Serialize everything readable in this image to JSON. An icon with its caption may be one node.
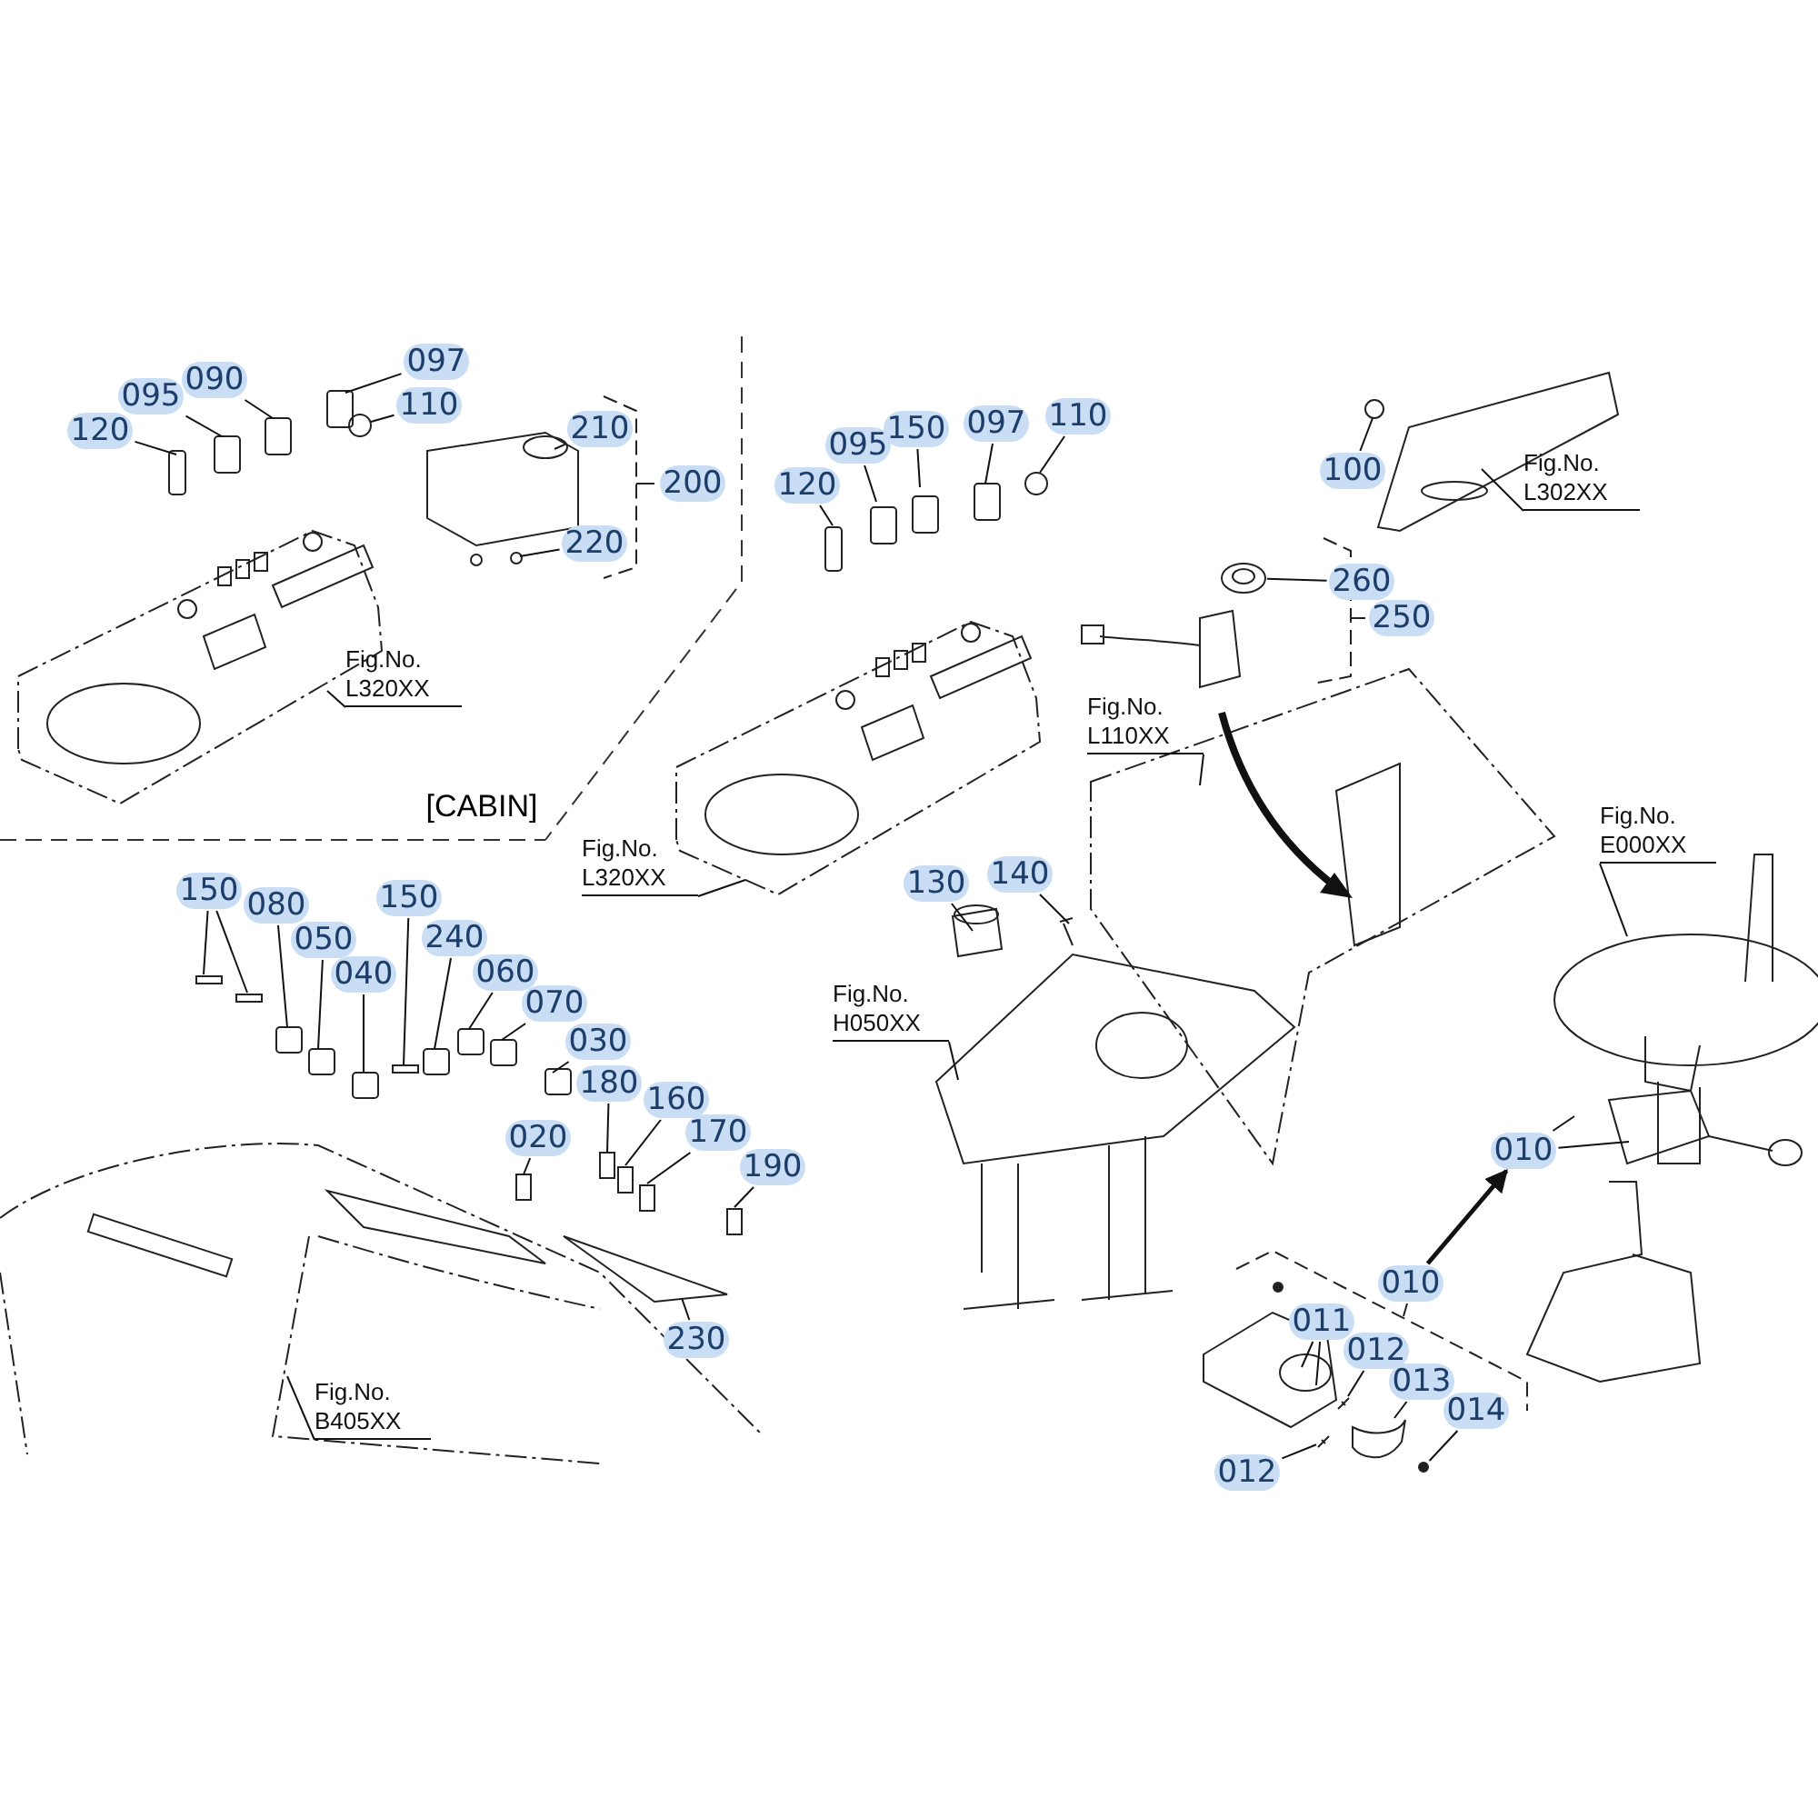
{
  "diagram": {
    "nodes": [
      {
        "text": [
          "120"
        ]
      },
      {
        "text": [
          "095"
        ]
      },
      {
        "text": [
          "090"
        ]
      },
      {
        "text": [
          "097"
        ]
      },
      {
        "text": [
          "110"
        ]
      },
      {
        "text": [
          "210"
        ]
      },
      {
        "text": [
          "220"
        ]
      },
      {
        "text": [
          "Fig.No. L320XX"
        ]
      },
      {
        "text": [
          "200"
        ]
      },
      {
        "text": [
          "120"
        ]
      },
      {
        "text": [
          "095"
        ]
      },
      {
        "text": [
          "150"
        ]
      },
      {
        "text": [
          "097"
        ]
      },
      {
        "text": [
          "110"
        ]
      },
      {
        "text": [
          "260"
        ]
      },
      {
        "text": [
          "250"
        ]
      },
      {
        "text": [
          "100"
        ]
      },
      {
        "text": [
          "Fig.No. L302XX"
        ]
      },
      {
        "text": [
          "Fig.No. L110XX"
        ]
      },
      {
        "text": [
          "Fig.No. L320XX"
        ]
      },
      {
        "text": [
          "130"
        ]
      },
      {
        "text": [
          "140"
        ]
      },
      {
        "text": [
          "Fig.No. H050XX"
        ]
      },
      {
        "text": [
          "Fig.No. E000XX"
        ]
      },
      {
        "text": [
          "010"
        ]
      },
      {
        "text": [
          "010"
        ]
      },
      {
        "text": [
          "011"
        ]
      },
      {
        "text": [
          "012"
        ]
      },
      {
        "text": [
          "013"
        ]
      },
      {
        "text": [
          "014"
        ]
      },
      {
        "text": [
          "012"
        ]
      },
      {
        "text": [
          "150"
        ]
      },
      {
        "text": [
          "080"
        ]
      },
      {
        "text": [
          "050"
        ]
      },
      {
        "text": [
          "040"
        ]
      },
      {
        "text": [
          "150"
        ]
      },
      {
        "text": [
          "240"
        ]
      },
      {
        "text": [
          "060"
        ]
      },
      {
        "text": [
          "070"
        ]
      },
      {
        "text": [
          "030"
        ]
      },
      {
        "text": [
          "020"
        ]
      },
      {
        "text": [
          "180"
        ]
      },
      {
        "text": [
          "160"
        ]
      },
      {
        "text": [
          "170"
        ]
      },
      {
        "text": [
          "190"
        ]
      },
      {
        "text": [
          "230"
        ]
      },
      {
        "text": [
          "Fig.No. B405XX"
        ]
      },
      {
        "text": [],
        "shape": "picture"
      },
      {
        "text": [],
        "shape": "picture"
      },
      {
        "text": [],
        "shape": "circle"
      },
      {
        "text": [],
        "shape": "picture"
      },
      {
        "text": [],
        "shape": "picture"
      }
    ],
    "edges": [
      {
        "from": 0,
        "to": null,
        "arrow": "none"
      },
      {
        "from": 1,
        "to": null,
        "arrow": "none"
      },
      {
        "from": 2,
        "to": null,
        "arrow": "none"
      },
      {
        "from": 3,
        "to": null,
        "arrow": "none"
      },
      {
        "from": 4,
        "to": null,
        "arrow": "none"
      },
      {
        "from": 5,
        "to": null,
        "arrow": "none"
      },
      {
        "from": 6,
        "to": null,
        "arrow": "none"
      },
      {
        "from": 7,
        "to": null,
        "arrow": "none"
      },
      {
        "from": 9,
        "to": null,
        "arrow": "none"
      },
      {
        "from": 10,
        "to": null,
        "arrow": "none"
      },
      {
        "from": 11,
        "to": null,
        "arrow": "none"
      },
      {
        "from": 12,
        "to": null,
        "arrow": "none"
      },
      {
        "from": 13,
        "to": null,
        "arrow": "none"
      },
      {
        "from": 14,
        "to": 51,
        "arrow": "none"
      },
      {
        "from": 16,
        "to": null,
        "arrow": "none"
      },
      {
        "from": 17,
        "to": null,
        "arrow": "none"
      },
      {
        "from": 18,
        "to": null,
        "arrow": "none"
      },
      {
        "from": 19,
        "to": null,
        "arrow": "none"
      },
      {
        "from": 20,
        "to": null,
        "arrow": "none"
      },
      {
        "from": 21,
        "to": null,
        "arrow": "none"
      },
      {
        "from": 22,
        "to": null,
        "arrow": "none"
      },
      {
        "from": 23,
        "to": null,
        "arrow": "none"
      },
      {
        "from": 24,
        "to": null,
        "arrow": "none"
      },
      {
        "from": 24,
        "to": null,
        "arrow": "none"
      },
      {
        "from": 25,
        "to": 24,
        "arrow": "to",
        "style": "thick"
      },
      {
        "from": 26,
        "to": null,
        "arrow": "none"
      },
      {
        "from": 26,
        "to": null,
        "arrow": "none"
      },
      {
        "from": 27,
        "to": 47,
        "arrow": "none"
      },
      {
        "from": 28,
        "to": 48,
        "arrow": "none"
      },
      {
        "from": 29,
        "to": 49,
        "arrow": "none"
      },
      {
        "from": 30,
        "to": 50,
        "arrow": "none"
      },
      {
        "from": 31,
        "to": null,
        "arrow": "none"
      },
      {
        "from": 31,
        "to": null,
        "arrow": "none"
      },
      {
        "from": 32,
        "to": null,
        "arrow": "none"
      },
      {
        "from": 33,
        "to": null,
        "arrow": "none"
      },
      {
        "from": 34,
        "to": null,
        "arrow": "none"
      },
      {
        "from": 35,
        "to": null,
        "arrow": "none"
      },
      {
        "from": 36,
        "to": null,
        "arrow": "none"
      },
      {
        "from": 37,
        "to": null,
        "arrow": "none"
      },
      {
        "from": 38,
        "to": null,
        "arrow": "none"
      },
      {
        "from": 39,
        "to": null,
        "arrow": "none"
      },
      {
        "from": 40,
        "to": null,
        "arrow": "none"
      },
      {
        "from": 41,
        "to": null,
        "arrow": "none"
      },
      {
        "from": 42,
        "to": null,
        "arrow": "none"
      },
      {
        "from": 43,
        "to": null,
        "arrow": "none"
      },
      {
        "from": 44,
        "to": null,
        "arrow": "none"
      },
      {
        "from": 45,
        "to": null,
        "arrow": "none"
      },
      {
        "from": 46,
        "to": null,
        "arrow": "none"
      }
    ],
    "labels": [
      "[CABIN]"
    ]
  }
}
